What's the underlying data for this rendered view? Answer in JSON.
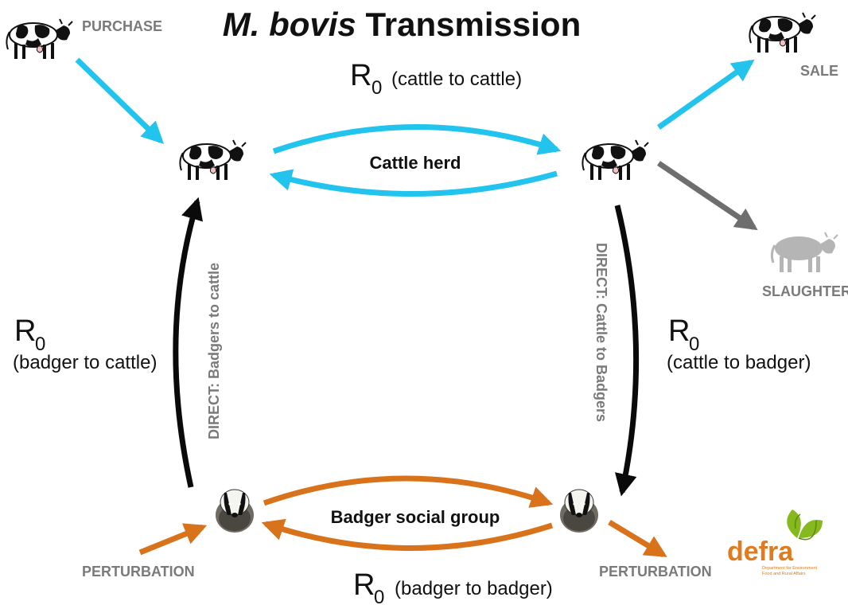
{
  "title": {
    "italic": "M. bovis",
    "rest": " Transmission"
  },
  "nodes": {
    "purchase": "PURCHASE",
    "sale": "SALE",
    "slaughter": "SLAUGHTER",
    "perturbation_left": "PERTURBATION",
    "perturbation_right": "PERTURBATION"
  },
  "groups": {
    "cattle_herd": "Cattle herd",
    "badger_group": "Badger social group"
  },
  "direct_labels": {
    "badgers_to_cattle": "DIRECT: Badgers to cattle",
    "cattle_to_badgers": "DIRECT: Cattle to Badgers"
  },
  "r0": {
    "symbol": "R",
    "subscript": "0",
    "cattle_to_cattle": "(cattle to cattle)",
    "badger_to_cattle": "(badger to cattle)",
    "cattle_to_badger": "(cattle to badger)",
    "badger_to_badger": "(badger to badger)"
  },
  "logo": {
    "name": "defra",
    "tagline_line1": "Department for Environment",
    "tagline_line2": "Food and Rural Affairs"
  },
  "colors": {
    "cattle_arrow": "#22c4ee",
    "badger_arrow": "#d9731b",
    "direct_arrow": "#0a0a0a",
    "slaughter_arrow": "#6e6e6e",
    "grey_label": "#7a7a7a",
    "defra_orange": "#e07b1f",
    "defra_green": "#86b81f"
  },
  "icons": [
    "cow-icon",
    "badger-icon",
    "defra-leaf-icon"
  ]
}
